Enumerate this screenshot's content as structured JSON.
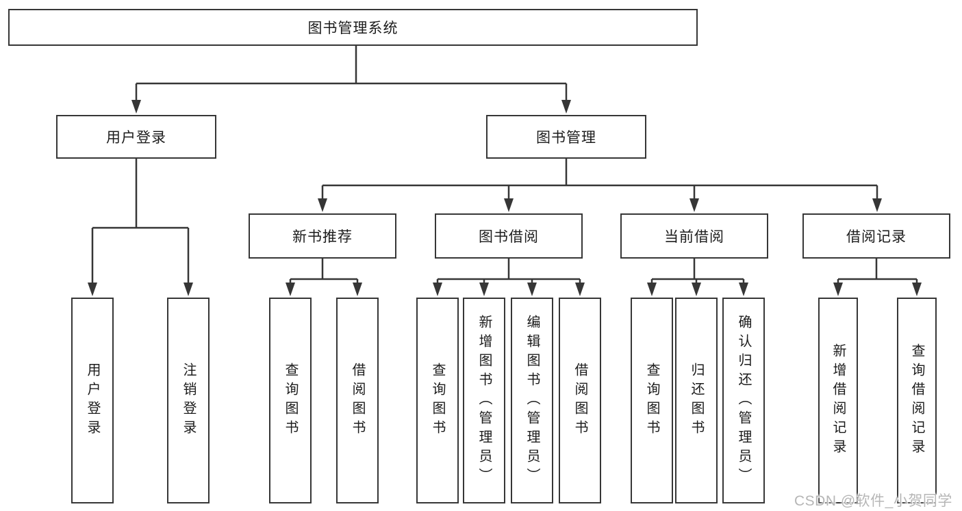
{
  "tree": {
    "root": {
      "label": "图书管理系统"
    },
    "user_login": {
      "label": "用户登录",
      "children": [
        {
          "label": "用户登录"
        },
        {
          "label": "注销登录"
        }
      ]
    },
    "book_mgmt": {
      "label": "图书管理",
      "sections": [
        {
          "label": "新书推荐",
          "children": [
            {
              "label": "查询图书"
            },
            {
              "label": "借阅图书"
            }
          ]
        },
        {
          "label": "图书借阅",
          "children": [
            {
              "label": "查询图书"
            },
            {
              "label": "新增图书（管理员）"
            },
            {
              "label": "编辑图书（管理员）"
            },
            {
              "label": "借阅图书"
            }
          ]
        },
        {
          "label": "当前借阅",
          "children": [
            {
              "label": "查询图书"
            },
            {
              "label": "归还图书"
            },
            {
              "label": "确认归还（管理员）"
            }
          ]
        },
        {
          "label": "借阅记录",
          "children": [
            {
              "label": "新增借阅记录"
            },
            {
              "label": "查询借阅记录"
            }
          ]
        }
      ]
    }
  },
  "watermark": {
    "text": "CSDN @软件_小贺同学"
  },
  "colors": {
    "line": "#363636",
    "box_border": "#363636",
    "text": "#1c1c1c",
    "watermark": "#b6b6b6",
    "background": "#ffffff"
  }
}
